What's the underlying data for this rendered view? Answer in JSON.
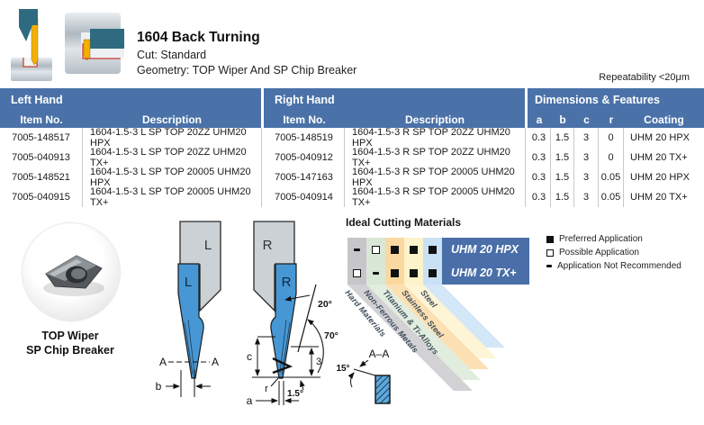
{
  "header": {
    "title": "1604 Back Turning",
    "cut_line": "Cut: Standard",
    "geometry_line": "Geometry: TOP Wiper And SP Chip Breaker",
    "repeatability": "Repeatability <20μm"
  },
  "table": {
    "group_headers": {
      "left": "Left Hand",
      "right": "Right Hand",
      "dims": "Dimensions & Features"
    },
    "column_headers": {
      "item": "Item No.",
      "description": "Description",
      "a": "a",
      "b": "b",
      "c": "c",
      "r": "r",
      "coating": "Coating"
    },
    "rows": [
      {
        "left_item": "7005-148517",
        "left_desc": "1604-1.5-3 L SP TOP 20ZZ UHM20 HPX",
        "right_item": "7005-148519",
        "right_desc": "1604-1.5-3 R SP TOP 20ZZ UHM20 HPX",
        "a": "0.3",
        "b": "1.5",
        "c": "3",
        "r": "0",
        "coating": "UHM 20 HPX"
      },
      {
        "left_item": "7005-040913",
        "left_desc": "1604-1.5-3 L SP TOP 20ZZ UHM20 TX+",
        "right_item": "7005-040912",
        "right_desc": "1604-1.5-3 R SP TOP 20ZZ UHM20 TX+",
        "a": "0.3",
        "b": "1.5",
        "c": "3",
        "r": "0",
        "coating": "UHM 20 TX+"
      },
      {
        "left_item": "7005-148521",
        "left_desc": "1604-1.5-3 L SP TOP 20005 UHM20 HPX",
        "right_item": "7005-147163",
        "right_desc": "1604-1.5-3 R SP TOP 20005 UHM20 HPX",
        "a": "0.3",
        "b": "1.5",
        "c": "3",
        "r": "0.05",
        "coating": "UHM 20 HPX"
      },
      {
        "left_item": "7005-040915",
        "left_desc": "1604-1.5-3 L SP TOP 20005 UHM20 TX+",
        "right_item": "7005-040914",
        "right_desc": "1604-1.5-3 R SP TOP 20005 UHM20 TX+",
        "a": "0.3",
        "b": "1.5",
        "c": "3",
        "r": "0.05",
        "coating": "UHM 20 TX+"
      }
    ]
  },
  "photo": {
    "caption_line1": "TOP Wiper",
    "caption_line2": "SP Chip Breaker"
  },
  "drawing": {
    "holder_left_label": "L",
    "insert_left_label": "L",
    "holder_right_label": "R",
    "insert_right_label": "R",
    "section_label": "A–A",
    "section_a_left": "A",
    "section_a_right": "A",
    "dim_a": "a",
    "dim_b": "b",
    "dim_c": "c",
    "dim_r": "r",
    "dim_3": "3",
    "angle_20": "20°",
    "angle_70": "70°",
    "angle_15": "15°",
    "angle_1_5": "1.5°"
  },
  "cutting_materials": {
    "title": "Ideal Cutting Materials",
    "materials": [
      "Hard Materials",
      "Non-Ferrous Metals",
      "Titanium & Ti-Alloys",
      "Stainless Steel",
      "Steel"
    ],
    "material_colors": [
      "#c7c5c9",
      "#d9e8d6",
      "#fbd8a0",
      "#fdf2ca",
      "#c9e1f5"
    ],
    "grades": [
      "UHM 20 HPX",
      "UHM 20 TX+"
    ],
    "grade_box_color": "#4a6ea8",
    "ratings": [
      [
        "not_recommended",
        "possible",
        "preferred",
        "preferred",
        "preferred"
      ],
      [
        "possible",
        "not_recommended",
        "preferred",
        "preferred",
        "preferred"
      ]
    ]
  },
  "legend": {
    "items": [
      {
        "symbol": "preferred",
        "label": "Preferred Application"
      },
      {
        "symbol": "possible",
        "label": "Possible Application"
      },
      {
        "symbol": "not_recommended",
        "label": "Application Not Recommended"
      }
    ]
  },
  "colors": {
    "header_blue": "#4a72a8",
    "insert_blue": "#4697d4",
    "holder_gray": "#ccd1d5"
  }
}
